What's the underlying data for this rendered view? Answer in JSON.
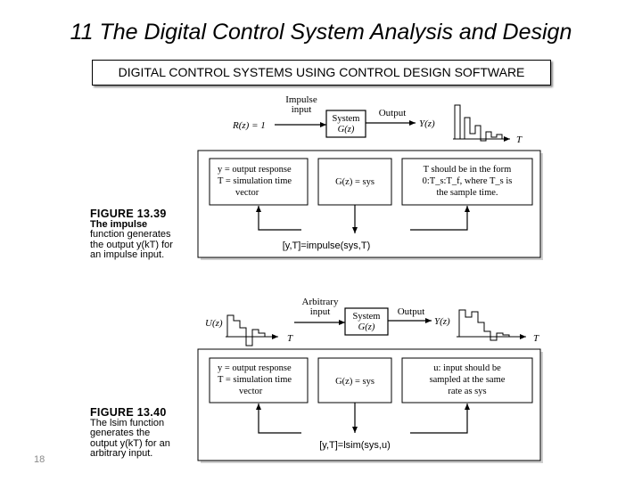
{
  "slide": {
    "title": "11 The Digital Control System Analysis and Design",
    "banner": "DIGITAL CONTROL SYSTEMS USING CONTROL DESIGN SOFTWARE",
    "number": "18"
  },
  "figure_13_39": {
    "input_label": "Impulse\ninput",
    "input_signal": "R(z) = 1",
    "system_line1": "System",
    "system_line2": "G(z)",
    "output_label": "Output",
    "output_signal": "Y(z)",
    "axis_t": "T",
    "box_left": [
      "y = output response",
      "T = simulation time",
      "vector"
    ],
    "box_mid": "G(z) = sys",
    "box_right": [
      "T should be in the form",
      "0:T_s:T_f, where T_s is",
      "the sample time."
    ],
    "command": "[y,T]=impulse(sys,T)",
    "caption_head": "FIGURE 13.39",
    "caption_lines": [
      "The impulse",
      "function generates",
      "the output y(kT) for",
      "an impulse input."
    ]
  },
  "figure_13_40": {
    "input_label": "Arbitrary\ninput",
    "input_signal": "U(z)",
    "system_line1": "System",
    "system_line2": "G(z)",
    "output_label": "Output",
    "output_signal": "Y(z)",
    "axis_t": "T",
    "box_left": [
      "y = output response",
      "T = simulation time",
      "vector"
    ],
    "box_mid": "G(z) = sys",
    "box_right": [
      "u: input should be",
      "sampled at the same",
      "rate as sys"
    ],
    "command": "[y,T]=lsim(sys,u)",
    "caption_head": "FIGURE 13.40",
    "caption_lines": [
      "The lsim function",
      "generates the",
      "output y(kT) for an",
      "arbitrary input."
    ]
  }
}
